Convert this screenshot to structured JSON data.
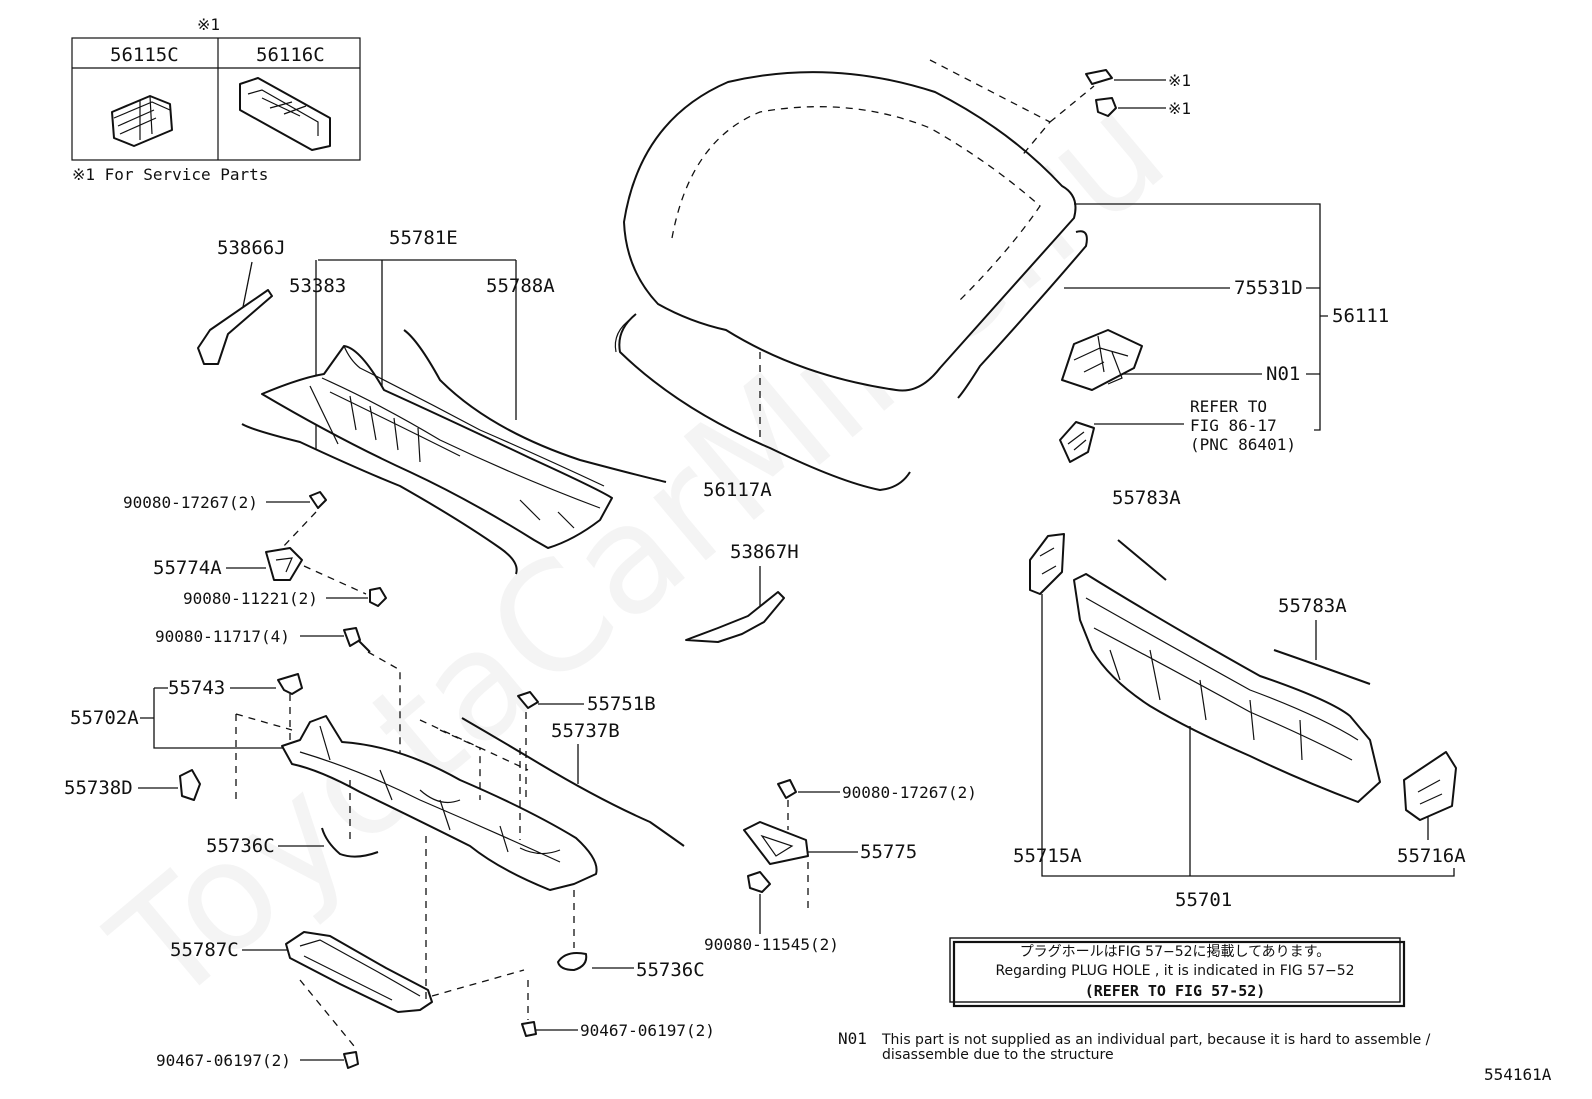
{
  "service_parts": {
    "mark": "※1",
    "columns": [
      "56115C",
      "56116C"
    ],
    "note": "※1  For Service Parts"
  },
  "windshield_labels": {
    "mark_top": "※1",
    "mark_bottom": "※1",
    "p75531D": "75531D",
    "p56111": "56111",
    "n01": "N01",
    "refer_line1": "REFER TO",
    "refer_line2": "FIG 86-17",
    "refer_line3": "(PNC 86401)",
    "p56117A": "56117A"
  },
  "cowl_labels": {
    "p53866J": "53866J",
    "p55781E": "55781E",
    "p53383": "53383",
    "p55788A": "55788A",
    "p90080_17267_a": "90080-17267(2)",
    "p55774A": "55774A",
    "p90080_11221": "90080-11221(2)",
    "p90080_11717": "90080-11717(4)",
    "p55743": "55743",
    "p55702A": "55702A",
    "p55738D": "55738D",
    "p55736C_a": "55736C",
    "p55787C": "55787C",
    "p90467_a": "90467-06197(2)",
    "p90467_b": "90467-06197(2)",
    "p55751B": "55751B",
    "p55737B": "55737B",
    "p55736C_b": "55736C",
    "p53867H": "53867H",
    "p90080_17267_b": "90080-17267(2)",
    "p55775": "55775",
    "p90080_11545": "90080-11545(2)"
  },
  "panel_labels": {
    "p55783A_a": "55783A",
    "p55783A_b": "55783A",
    "p55715A": "55715A",
    "p55701": "55701",
    "p55716A": "55716A"
  },
  "notice": {
    "jp": "プラグホールはFIG 57−52に掲載してあります。",
    "en": "Regarding  PLUG  HOLE , it is indicated in FIG  57−52",
    "ref": "(REFER TO FIG 57-52)"
  },
  "footnote": {
    "code": "N01",
    "line1": "This part is not supplied as an individual part, because it is hard to assemble /",
    "line2": "disassemble due to the structure"
  },
  "figure_id": "554161A",
  "watermark": "ToyotaCarMine.ru"
}
